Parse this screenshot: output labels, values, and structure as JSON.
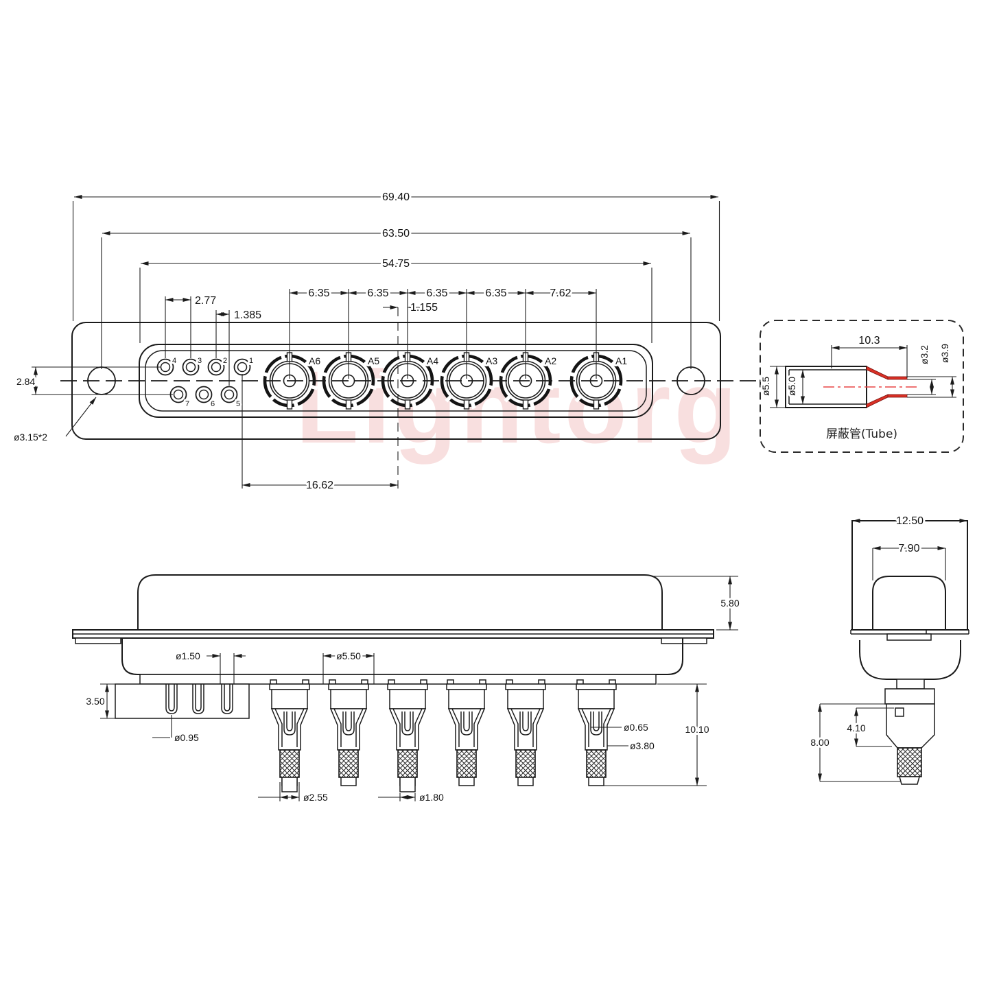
{
  "watermark": "Lightorg",
  "front": {
    "dims": {
      "d6940": "69.40",
      "d6350": "63.50",
      "d5475": "54.75",
      "pitches": [
        "6.35",
        "6.35",
        "6.35",
        "6.35",
        "7.62"
      ],
      "d277": "2.77",
      "d1385": "1.385",
      "d1155": "1.155",
      "d284": "2.84",
      "hole": "ø3.15*2",
      "d1662": "16.62"
    },
    "coax_labels": [
      "A6",
      "A5",
      "A4",
      "A3",
      "A2",
      "A1"
    ],
    "pins_top": [
      "4",
      "3",
      "2",
      "1"
    ],
    "pins_bottom": [
      "7",
      "6",
      "5"
    ]
  },
  "tube": {
    "caption": "屏蔽管(Tube)",
    "dims": {
      "len": "10.3",
      "small_id": "ø3.2",
      "small_od": "ø3.9",
      "large_od": "ø5.5",
      "large_id": "ø5.0"
    }
  },
  "side": {
    "dims": {
      "shell_h": "5.80",
      "pin_d": "ø1.50",
      "collar_d": "ø5.50",
      "block_h": "3.50",
      "tail_pin_d": "ø0.95",
      "inner_pin_d": "ø0.65",
      "body_d": "ø3.80",
      "tail_len": "10.10",
      "knurl_d": "ø2.55",
      "tip_d": "ø1.80"
    }
  },
  "end": {
    "dims": {
      "w_outer": "12.50",
      "w_inner": "7.90",
      "tail_h": "8.00",
      "tail_off": "4.10"
    }
  },
  "colors": {
    "line": "#1b1b1b",
    "accent_red": "#d93025",
    "watermark_pink": "#f3c0c0"
  }
}
